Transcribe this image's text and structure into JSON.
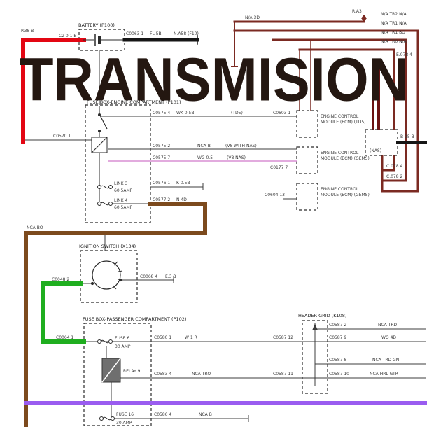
{
  "title": {
    "text": "TRANSMISION"
  },
  "colors": {
    "red": "#e30613",
    "black": "#161616",
    "brown": "#7c4a1d",
    "green": "#1fae1f",
    "purple": "#9a5cf0",
    "maroon": "#7b2a22",
    "darkred": "#6b1212",
    "pink": "#d98fd4",
    "title": "#241711",
    "line": "#3c3c3c"
  },
  "battery": {
    "name": "BATTERY (P100)",
    "feed_label": "P.38 B",
    "conn_left": "C2 0.1 B",
    "conn_right": "C0063 1",
    "wire_label": "FL 5B",
    "dest_label": "N.A58 (F10)"
  },
  "harness": {
    "ra3": "R.A3",
    "row1": "N/A TR2 N/A",
    "row2": "N/A TR1 N/A",
    "row3": "N/A TR1 BO",
    "row4": "N/A TR0 N/A",
    "na3d": "N/A 3D",
    "e078": "E.078 4",
    "b25b": "B 25 B",
    "nas": "(NAS)",
    "c078a": "C.078 4",
    "c078b": "C.078 2"
  },
  "engine_box": {
    "name": "FUSE BOX-ENGINE COMPARTMENT (P101)",
    "c0570": "C0570 1",
    "link3": "LINK 3",
    "link3_amp": "60.5AMP",
    "link4": "LINK 4",
    "link4_amp": "60.5AMP",
    "c0575_4": "C0575 4",
    "wk": "WK 0.5B",
    "td5": "(TD5)",
    "c0603": "C0603 1",
    "c0575_2": "C0575 2",
    "nca_b": "NCA B",
    "v8_with_nas": "(V8 WITH NAS)",
    "c0575_7": "C0575 7",
    "wg": "WG 0.5",
    "v8_nas": "(V8 NAS)",
    "c0177": "C0177 7",
    "c0576": "C0576 1",
    "k05b": "K 0.5B",
    "c0577": "C0577 2",
    "n4d": "N 4D",
    "c0604": "C0604 13",
    "nca_bo": "NCA BO"
  },
  "ecm": {
    "l1a": "ENGINE CONTROL",
    "l1b": "MODULE (ECM) (TD5)",
    "l2a": "ENGINE CONTROL",
    "l2b": "MODULE (ECM) (GEMS)",
    "l3a": "ENGINE CONTROL",
    "l3b": "MODULE (ECM) (GEMS)"
  },
  "ignition": {
    "name": "IGNITION SWITCH (X134)",
    "c0048": "C0048 2",
    "c0068": "C0068 4",
    "e3b": "E.3 B"
  },
  "pass_box": {
    "name": "FUSE BOX-PASSENGER COMPARTMENT (P102)",
    "c0064": "C0064 1",
    "fuse6": "FUSE 6",
    "fuse6_amp": "30 AMP",
    "relay": "RELAY 9",
    "fuse16": "FUSE 16",
    "fuse16_amp": "30 AMP",
    "c0580": "C0580 1",
    "w1r": "W 1 R",
    "c0587_12": "C0587 12",
    "c0583": "C0583 4",
    "nca_tro": "NCA TRO",
    "c0587_11": "C0587 11",
    "c0586": "C0586 4",
    "nca_b": "NCA B"
  },
  "header_grid": {
    "name": "HEADER GRID (K108)",
    "r1l": "C0587 2",
    "r1r": "NCA TRD",
    "r2l": "C0587 9",
    "r2r": "WO 4D",
    "r3l": "C0587 8",
    "r3r": "NCA TRD GN",
    "r4l": "C0587 10",
    "r4r": "NCA HRL GTR"
  }
}
